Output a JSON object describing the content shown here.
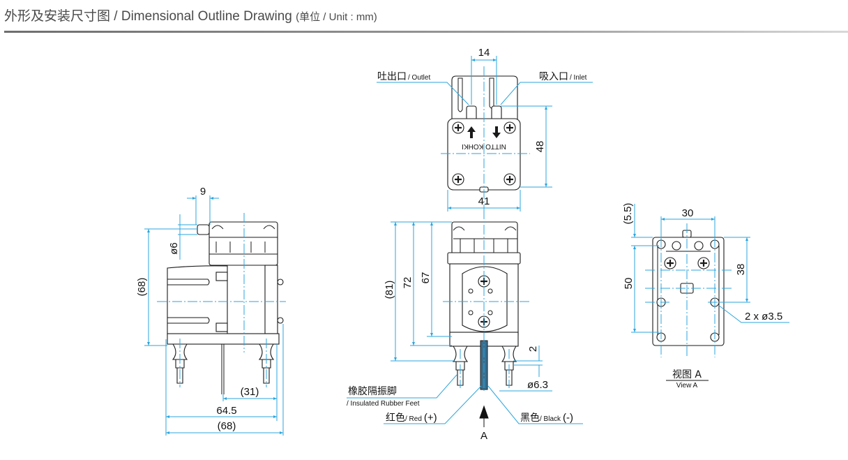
{
  "header": {
    "title_cn": "外形及安装尺寸图",
    "title_en": " / Dimensional Outline Drawing ",
    "unit": "(单位 / Unit : mm)"
  },
  "top_view": {
    "dim_port_pitch": "14",
    "dim_height": "48",
    "dim_width": "41",
    "outlet_cn": "吐出口",
    "outlet_en": "/ Outlet",
    "inlet_cn": "吸入口",
    "inlet_en": "/ Inlet",
    "brand_mark": "NITTO KOHKI"
  },
  "side_view": {
    "dim_port_length": "9",
    "dim_port_dia": "ø6",
    "dim_height": "(68)",
    "dim_cable": "(31)",
    "dim_mount": "64.5",
    "dim_total": "(68)"
  },
  "front_view": {
    "dim_overall": "(81)",
    "dim_72": "72",
    "dim_67": "67",
    "dim_2": "2",
    "dim_foot_dia": "ø6.3",
    "feet_cn": "橡胶隔振脚",
    "feet_en": "/ Insulated Rubber Feet",
    "red_cn": "红色",
    "red_en": "/ Red",
    "red_sign": "(+)",
    "black_cn": "黑色",
    "black_en": "/ Black",
    "black_sign": "(-)",
    "view_arrow": "A"
  },
  "view_a": {
    "dim_30": "30",
    "dim_5_5": "(5.5)",
    "dim_50": "50",
    "dim_38": "38",
    "holes": "2 x ø3.5",
    "caption_cn": "视图 A",
    "caption_en": "View A"
  },
  "colors": {
    "dimension": "#2ba6de",
    "outline": "#1a1a1a"
  }
}
